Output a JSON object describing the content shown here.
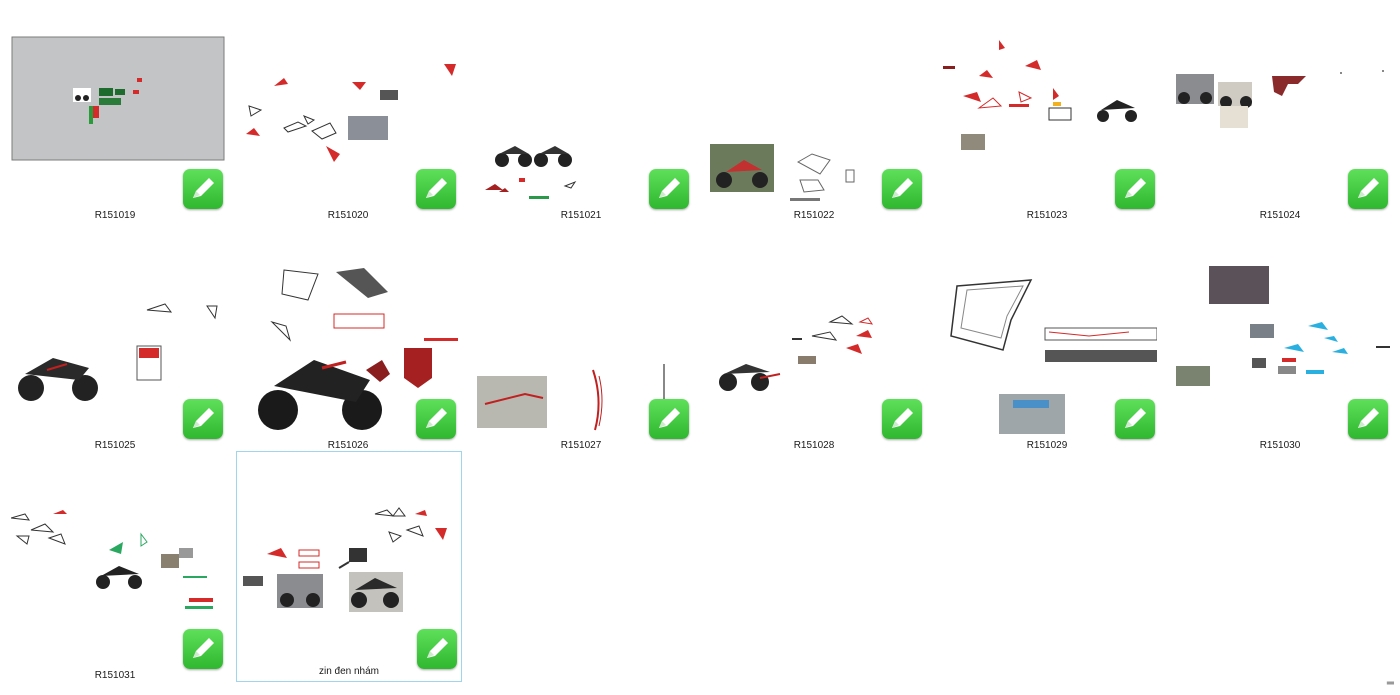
{
  "files": [
    {
      "name": "R151019",
      "app_icon": "corel-draw-pen-icon",
      "thumbnail": "motorbike-decal-layout-gray"
    },
    {
      "name": "R151020",
      "app_icon": "corel-draw-pen-icon",
      "thumbnail": "red-decal-pieces"
    },
    {
      "name": "R151021",
      "app_icon": "corel-draw-pen-icon",
      "thumbnail": "two-motorbikes-decals"
    },
    {
      "name": "R151022",
      "app_icon": "corel-draw-pen-icon",
      "thumbnail": "photo-and-outline-parts"
    },
    {
      "name": "R151023",
      "app_icon": "corel-draw-pen-icon",
      "thumbnail": "red-parts-black-bike"
    },
    {
      "name": "R151024",
      "app_icon": "corel-draw-pen-icon",
      "thumbnail": "bike-photos-red-part"
    },
    {
      "name": "R151025",
      "app_icon": "corel-draw-pen-icon",
      "thumbnail": "black-bike-red-stripes"
    },
    {
      "name": "R151026",
      "app_icon": "corel-draw-pen-icon",
      "thumbnail": "large-bike-red-decals"
    },
    {
      "name": "R151027",
      "app_icon": "corel-draw-pen-icon",
      "thumbnail": "photo-red-flame-stripes"
    },
    {
      "name": "R151028",
      "app_icon": "corel-draw-pen-icon",
      "thumbnail": "bike-red-fairings"
    },
    {
      "name": "R151029",
      "app_icon": "corel-draw-pen-icon",
      "thumbnail": "fairing-outline-yamaha-strips"
    },
    {
      "name": "R151030",
      "app_icon": "corel-draw-pen-icon",
      "thumbnail": "photos-blue-decals"
    },
    {
      "name": "R151031",
      "app_icon": "corel-draw-pen-icon",
      "thumbnail": "black-bike-green-decals"
    },
    {
      "name": "zin đen nhám",
      "app_icon": "corel-draw-pen-icon",
      "thumbnail": "bike-photos-red-decals",
      "selected": true
    }
  ],
  "colors": {
    "selection_border": "#9fd6ee",
    "app_icon_green": "#3cc23a",
    "decal_red": "#d42a2a"
  }
}
